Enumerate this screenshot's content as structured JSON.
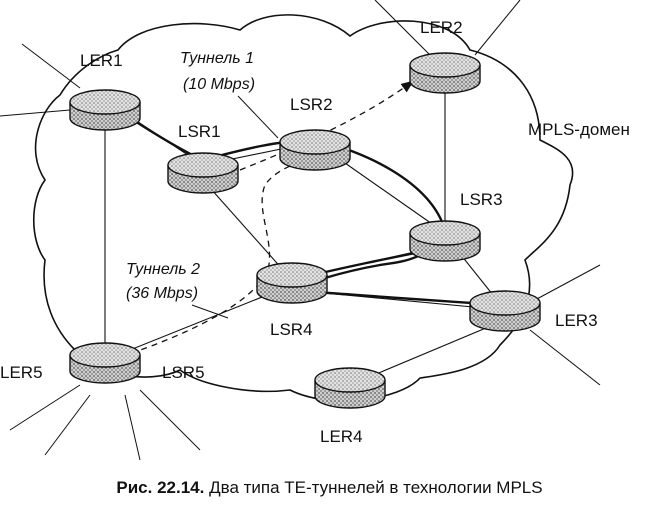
{
  "nodes": {
    "ler1": "LER1",
    "ler2": "LER2",
    "ler3": "LER3",
    "ler4": "LER4",
    "ler5": "LER5",
    "lsr1": "LSR1",
    "lsr2": "LSR2",
    "lsr3": "LSR3",
    "lsr4": "LSR4",
    "lsr5": "LSR5"
  },
  "domain_label": "MPLS-домен",
  "tunnels": {
    "t1_name": "Туннель 1",
    "t1_rate": "(10 Mbps)",
    "t2_name": "Туннель 2",
    "t2_rate": "(36 Mbps)"
  },
  "caption": {
    "number": "Рис. 22.14.",
    "text": "Два типа ТЕ-туннелей в технологии MPLS"
  },
  "icon": "router-icon"
}
